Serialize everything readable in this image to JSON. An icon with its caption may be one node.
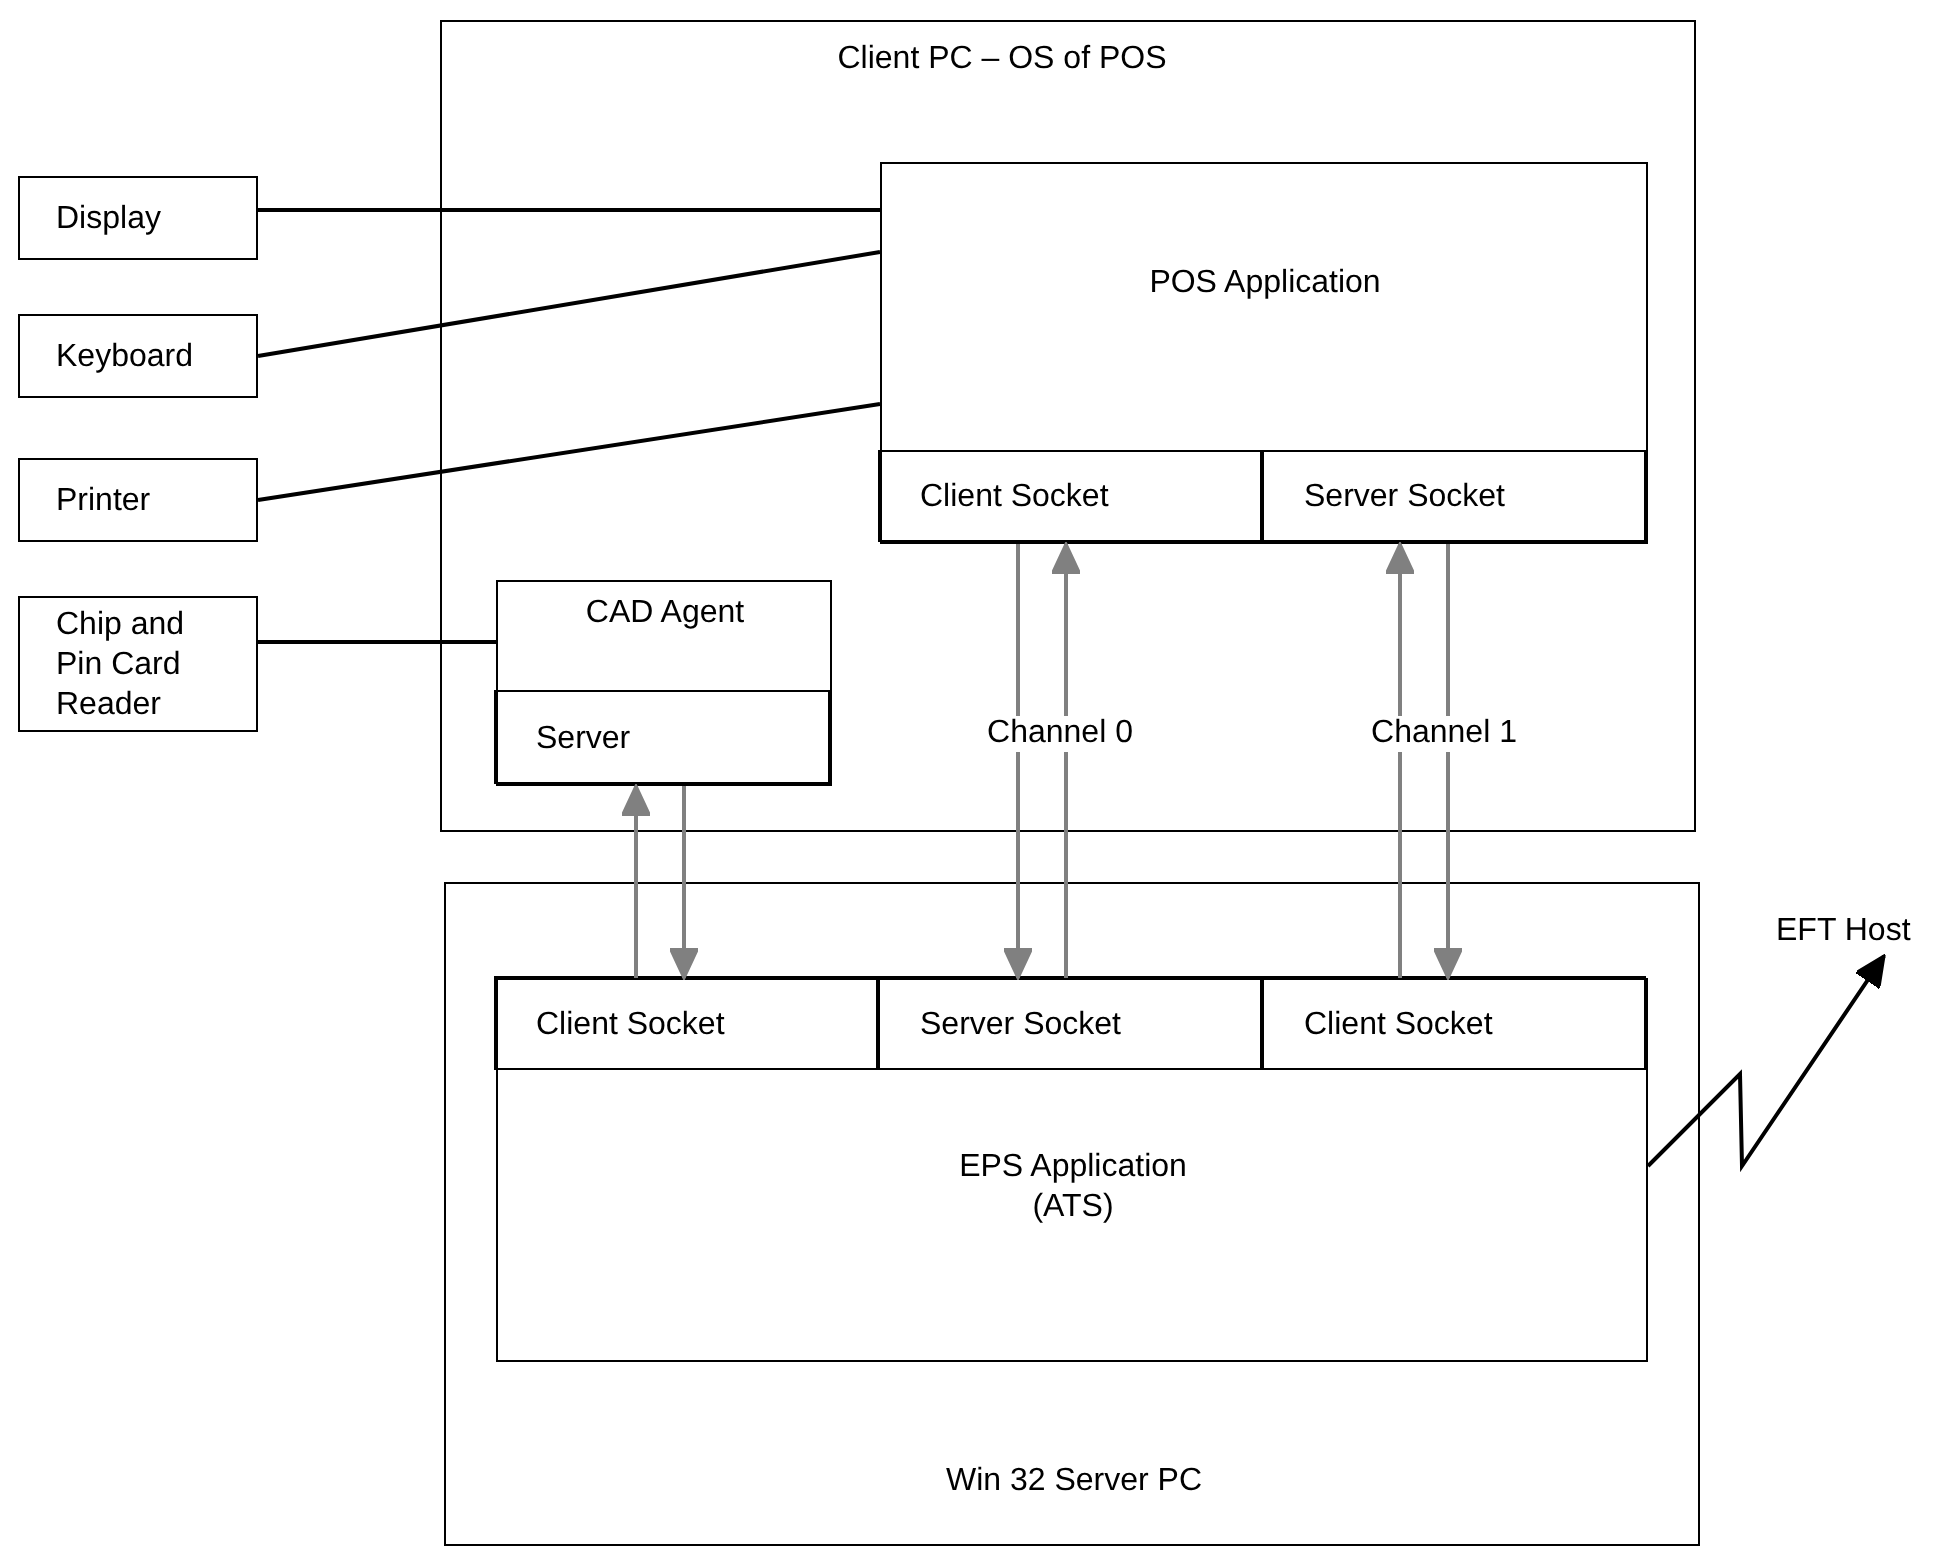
{
  "diagram": {
    "nodes": [
      {
        "text": [
          "Client PC – OS of POS"
        ]
      },
      {
        "text": [
          "POS Application"
        ],
        "in": 0
      },
      {
        "text": [
          "Client Socket"
        ],
        "in": 1
      },
      {
        "text": [
          "Server Socket"
        ],
        "in": 1
      },
      {
        "text": [
          "Display"
        ]
      },
      {
        "text": [
          "Keyboard"
        ]
      },
      {
        "text": [
          "Printer"
        ]
      },
      {
        "text": [
          "Chip and Pin Card Reader"
        ]
      },
      {
        "text": [
          "CAD Agent"
        ],
        "in": 0
      },
      {
        "text": [
          "Server"
        ],
        "in": 8
      },
      {
        "text": [
          "Win 32 Server PC"
        ]
      },
      {
        "text": [
          "EPS Application (ATS)"
        ],
        "in": 10
      },
      {
        "text": [
          "Client Socket"
        ],
        "in": 11
      },
      {
        "text": [
          "Server Socket"
        ],
        "in": 11
      },
      {
        "text": [
          "Client Socket"
        ],
        "in": 11
      },
      {
        "text": [
          "EFT Host"
        ]
      }
    ],
    "edges": [
      {
        "from": 4,
        "to": 1,
        "arrow": "none",
        "color": "#000000"
      },
      {
        "from": 5,
        "to": 1,
        "arrow": "none",
        "color": "#000000"
      },
      {
        "from": 6,
        "to": 1,
        "arrow": "none",
        "color": "#000000"
      },
      {
        "from": 7,
        "to": 8,
        "arrow": "none",
        "color": "#000000"
      },
      {
        "from": 12,
        "to": 9,
        "arrow": "to"
      },
      {
        "from": 9,
        "to": 12,
        "arrow": "to"
      },
      {
        "from": 2,
        "to": 13,
        "arrow": "to"
      },
      {
        "from": 13,
        "to": 2,
        "arrow": "to",
        "label": "Channel 0"
      },
      {
        "from": 14,
        "to": 3,
        "arrow": "to"
      },
      {
        "from": 3,
        "to": 14,
        "arrow": "to",
        "label": "Channel 1"
      },
      {
        "from": 11,
        "to": 15,
        "arrow": "to",
        "color": "#000000"
      }
    ]
  }
}
